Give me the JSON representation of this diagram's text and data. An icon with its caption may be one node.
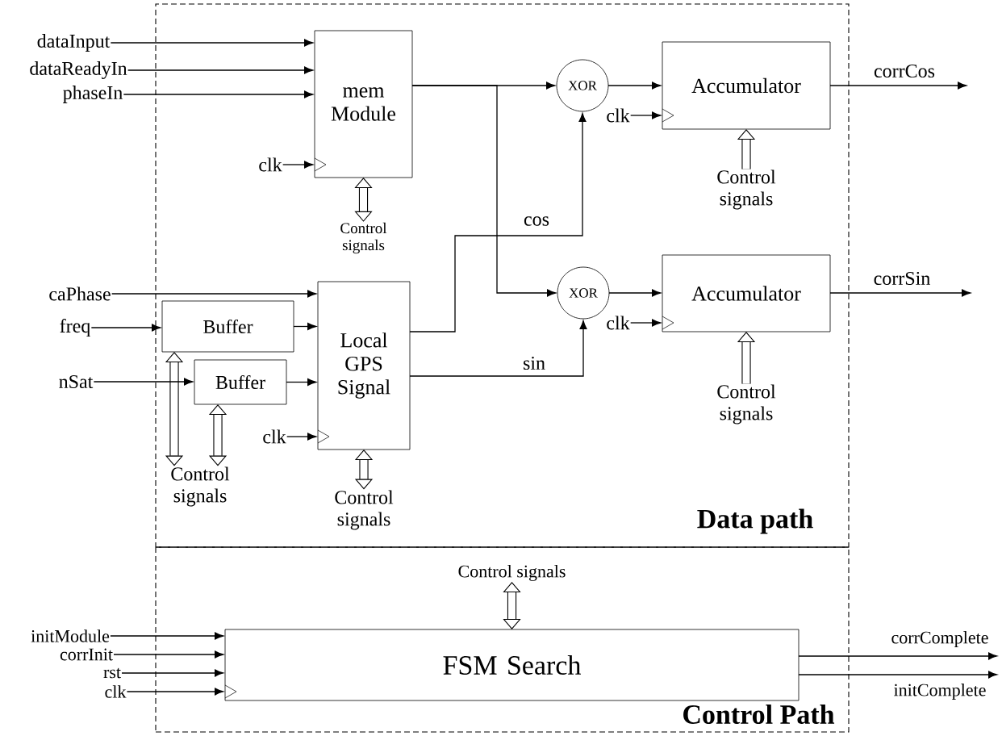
{
  "diagram": {
    "nodes": [
      {
        "text": [
          "Data path"
        ]
      },
      {
        "text": [
          "Control Path"
        ]
      },
      {
        "text": [
          "mem Module"
        ],
        "in": 0
      },
      {
        "text": [
          "Local GPS Signal"
        ],
        "in": 0
      },
      {
        "text": [
          "Buffer"
        ],
        "in": 0
      },
      {
        "text": [
          "Buffer"
        ],
        "in": 0
      },
      {
        "text": [
          "XOR"
        ],
        "in": 0
      },
      {
        "text": [
          "XOR"
        ],
        "in": 0
      },
      {
        "text": [
          "Accumulator"
        ],
        "in": 0
      },
      {
        "text": [
          "Accumulator"
        ],
        "in": 0
      },
      {
        "text": [
          "FSM Search"
        ],
        "in": 1
      },
      {
        "text": [
          "dataInput"
        ]
      },
      {
        "text": [
          "dataReadyIn"
        ]
      },
      {
        "text": [
          "phaseIn"
        ]
      },
      {
        "text": [
          "clk"
        ],
        "in": 0
      },
      {
        "text": [
          "Control signals"
        ],
        "in": 0
      },
      {
        "text": [
          "clk"
        ],
        "in": 0
      },
      {
        "text": [
          "Control signals"
        ],
        "in": 0
      },
      {
        "text": [
          "caPhase"
        ]
      },
      {
        "text": [
          "freq"
        ]
      },
      {
        "text": [
          "nSat"
        ]
      },
      {
        "text": [
          "clk"
        ],
        "in": 0
      },
      {
        "text": [
          "Control signals"
        ],
        "in": 0
      },
      {
        "text": [
          "Control signals"
        ],
        "in": 0
      },
      {
        "text": [
          "clk"
        ],
        "in": 0
      },
      {
        "text": [
          "Control signals"
        ],
        "in": 0
      },
      {
        "text": [
          "Control signals"
        ],
        "in": 1
      },
      {
        "text": [
          "initModule"
        ]
      },
      {
        "text": [
          "corrInit"
        ]
      },
      {
        "text": [
          "rst"
        ]
      },
      {
        "text": [
          "clk"
        ]
      }
    ],
    "edges": [
      {
        "from": 11,
        "to": 2,
        "arrow": "to"
      },
      {
        "from": 12,
        "to": 2,
        "arrow": "to"
      },
      {
        "from": 13,
        "to": 2,
        "arrow": "to"
      },
      {
        "from": 14,
        "to": 2,
        "arrow": "to"
      },
      {
        "from": 2,
        "to": 15,
        "arrow": "both",
        "style": "thick"
      },
      {
        "from": 2,
        "to": 6,
        "arrow": "to"
      },
      {
        "from": 2,
        "to": 7,
        "arrow": "to"
      },
      {
        "from": 3,
        "to": 6,
        "arrow": "to",
        "label": "cos"
      },
      {
        "from": 3,
        "to": 7,
        "arrow": "to",
        "label": "sin"
      },
      {
        "from": 6,
        "to": 8,
        "arrow": "to"
      },
      {
        "from": 7,
        "to": 9,
        "arrow": "to"
      },
      {
        "from": 16,
        "to": 8,
        "arrow": "to"
      },
      {
        "from": 24,
        "to": 9,
        "arrow": "to"
      },
      {
        "from": 17,
        "to": 8,
        "arrow": "to",
        "style": "thick"
      },
      {
        "from": 25,
        "to": 9,
        "arrow": "to",
        "style": "thick"
      },
      {
        "from": 8,
        "to": null,
        "arrow": "to",
        "label": "corrCos"
      },
      {
        "from": 9,
        "to": null,
        "arrow": "to",
        "label": "corrSin"
      },
      {
        "from": 18,
        "to": 3,
        "arrow": "to"
      },
      {
        "from": 19,
        "to": 4,
        "arrow": "to"
      },
      {
        "from": 4,
        "to": 3,
        "arrow": "to"
      },
      {
        "from": 20,
        "to": 5,
        "arrow": "to"
      },
      {
        "from": 5,
        "to": 3,
        "arrow": "to"
      },
      {
        "from": 21,
        "to": 3,
        "arrow": "to"
      },
      {
        "from": 4,
        "to": 22,
        "arrow": "both",
        "style": "thick"
      },
      {
        "from": 5,
        "to": 22,
        "arrow": "both",
        "style": "thick"
      },
      {
        "from": 3,
        "to": 23,
        "arrow": "both",
        "style": "thick"
      },
      {
        "from": 26,
        "to": 10,
        "arrow": "both",
        "style": "thick"
      },
      {
        "from": 27,
        "to": 10,
        "arrow": "to"
      },
      {
        "from": 28,
        "to": 10,
        "arrow": "to"
      },
      {
        "from": 29,
        "to": 10,
        "arrow": "to"
      },
      {
        "from": 30,
        "to": 10,
        "arrow": "to"
      },
      {
        "from": 10,
        "to": null,
        "arrow": "to",
        "label": "corrComplete"
      },
      {
        "from": 10,
        "to": null,
        "arrow": "to",
        "label": "initComplete"
      }
    ]
  }
}
